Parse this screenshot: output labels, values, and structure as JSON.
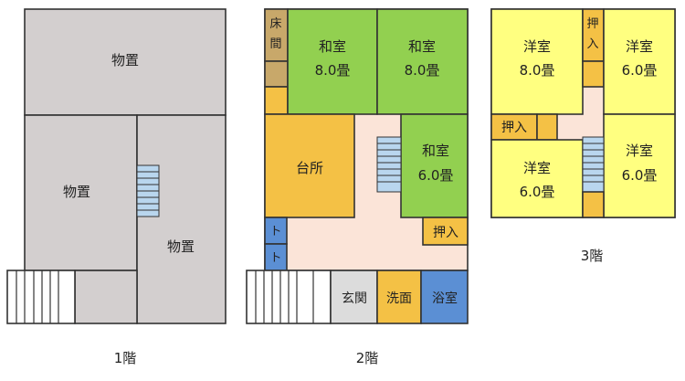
{
  "colors": {
    "storage": "#d3cfcf",
    "washitsu": "#92d050",
    "yoshitsu": "#ffff80",
    "kitchen": "#f4c145",
    "hall": "#fbe4d8",
    "toilet": "#5b8fd4",
    "entrance": "#dcdcdc",
    "closet": "#f4c145",
    "tokonoma": "#c8a86a",
    "stair": "#b9d6ee",
    "outline": "#333333"
  },
  "floor1": {
    "title": "1階",
    "rooms": [
      "物置",
      "物置",
      "物置"
    ]
  },
  "floor2": {
    "title": "2階",
    "rooms": {
      "tokonoma": [
        "床",
        "間"
      ],
      "washitsu1": [
        "和室",
        "8.0畳"
      ],
      "washitsu2": [
        "和室",
        "8.0畳"
      ],
      "washitsu3": [
        "和室",
        "6.0畳"
      ],
      "kitchen": "台所",
      "closet": "押入",
      "toilet1": "ト",
      "toilet2": "ト",
      "entrance": "玄関",
      "washroom": "洗面",
      "bath": "浴室"
    }
  },
  "floor3": {
    "title": "3階",
    "rooms": {
      "yoshitsu1": [
        "洋室",
        "8.0畳"
      ],
      "yoshitsu2": [
        "洋室",
        "6.0畳"
      ],
      "yoshitsu3": [
        "洋室",
        "6.0畳"
      ],
      "yoshitsu4": [
        "洋室",
        "6.0畳"
      ],
      "closet1": [
        "押",
        "入"
      ],
      "closet2": "押入"
    }
  }
}
